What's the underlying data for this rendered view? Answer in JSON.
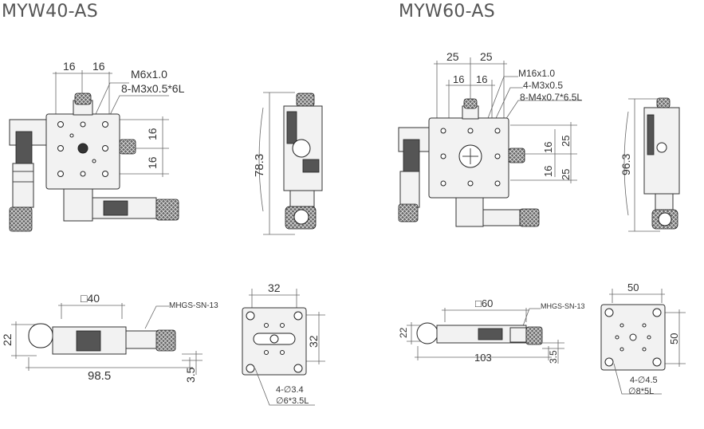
{
  "products": [
    {
      "title": "MYW40-AS",
      "top_dims": [
        "16",
        "16"
      ],
      "callouts": [
        "M6x1.0",
        "8-M3x0.5*6L"
      ],
      "side_dims": [
        "16",
        "16"
      ],
      "side_height": "78.3",
      "front_width": "□40",
      "front_part": "MHGS-SN-13",
      "front_height": "22",
      "front_length": "98.5",
      "front_offset": "3.5",
      "base_width": "32",
      "base_height": "32",
      "base_holes": [
        "4-∅3.4",
        "∅6*3.5L"
      ]
    },
    {
      "title": "MYW60-AS",
      "top_dims": [
        "25",
        "25",
        "16",
        "16"
      ],
      "callouts": [
        "M16x1.0",
        "4-M3x0.5",
        "8-M4x0.7*6.5L"
      ],
      "side_dims": [
        "16",
        "16",
        "25",
        "25"
      ],
      "side_height": "96.3",
      "front_width": "□60",
      "front_part": "MHGS-SN-13",
      "front_height": "22",
      "front_length": "103",
      "front_offset": "3.5",
      "base_width": "50",
      "base_height": "50",
      "base_holes": [
        "4-∅4.5",
        "∅8*5L"
      ]
    }
  ]
}
